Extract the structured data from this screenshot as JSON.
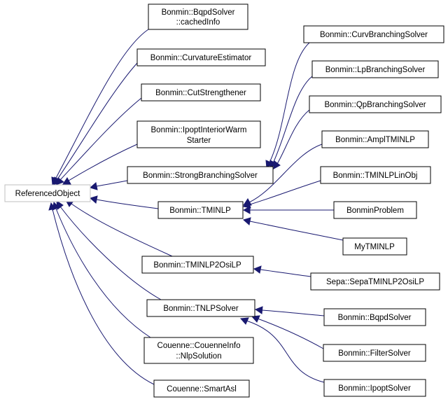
{
  "diagram": {
    "nodes": {
      "root": {
        "label": "ReferencedObject"
      },
      "bqpd_cached": {
        "label_lines": [
          "Bonmin::BqpdSolver",
          "::cachedInfo"
        ]
      },
      "curvature_est": {
        "label": "Bonmin::CurvatureEstimator"
      },
      "cut_strength": {
        "label": "Bonmin::CutStrengthener"
      },
      "ipopt_warm": {
        "label_lines": [
          "Bonmin::IpoptInteriorWarm",
          "Starter"
        ]
      },
      "strong_branching": {
        "label": "Bonmin::StrongBranchingSolver"
      },
      "tminlp": {
        "label": "Bonmin::TMINLP"
      },
      "tminlp2osilp": {
        "label": "Bonmin::TMINLP2OsiLP"
      },
      "tnlpsolver": {
        "label": "Bonmin::TNLPSolver"
      },
      "couenne_info": {
        "label_lines": [
          "Couenne::CouenneInfo",
          "::NlpSolution"
        ]
      },
      "smartasl": {
        "label": "Couenne::SmartAsl"
      },
      "curv_branching": {
        "label": "Bonmin::CurvBranchingSolver"
      },
      "lp_branching": {
        "label": "Bonmin::LpBranchingSolver"
      },
      "qp_branching": {
        "label": "Bonmin::QpBranchingSolver"
      },
      "ampl_tminlp": {
        "label": "Bonmin::AmplTMINLP"
      },
      "tminlp_linobj": {
        "label": "Bonmin::TMINLPLinObj"
      },
      "bonmin_problem": {
        "label": "BonminProblem"
      },
      "my_tminlp": {
        "label": "MyTMINLP"
      },
      "sepa": {
        "label": "Sepa::SepaTMINLP2OsiLP"
      },
      "bqpd_solver": {
        "label": "Bonmin::BqpdSolver"
      },
      "filter_solver": {
        "label": "Bonmin::FilterSolver"
      },
      "ipopt_solver": {
        "label": "Bonmin::IpoptSolver"
      }
    },
    "edges": [
      {
        "from": "bqpd_cached",
        "to": "root"
      },
      {
        "from": "curvature_est",
        "to": "root"
      },
      {
        "from": "cut_strength",
        "to": "root"
      },
      {
        "from": "ipopt_warm",
        "to": "root"
      },
      {
        "from": "strong_branching",
        "to": "root"
      },
      {
        "from": "tminlp",
        "to": "root"
      },
      {
        "from": "tminlp2osilp",
        "to": "root"
      },
      {
        "from": "tnlpsolver",
        "to": "root"
      },
      {
        "from": "couenne_info",
        "to": "root"
      },
      {
        "from": "smartasl",
        "to": "root"
      },
      {
        "from": "curv_branching",
        "to": "strong_branching"
      },
      {
        "from": "lp_branching",
        "to": "strong_branching"
      },
      {
        "from": "qp_branching",
        "to": "strong_branching"
      },
      {
        "from": "ampl_tminlp",
        "to": "tminlp"
      },
      {
        "from": "tminlp_linobj",
        "to": "tminlp"
      },
      {
        "from": "bonmin_problem",
        "to": "tminlp"
      },
      {
        "from": "my_tminlp",
        "to": "tminlp"
      },
      {
        "from": "sepa",
        "to": "tminlp2osilp"
      },
      {
        "from": "bqpd_solver",
        "to": "tnlpsolver"
      },
      {
        "from": "filter_solver",
        "to": "tnlpsolver"
      },
      {
        "from": "ipopt_solver",
        "to": "tnlpsolver"
      }
    ]
  }
}
